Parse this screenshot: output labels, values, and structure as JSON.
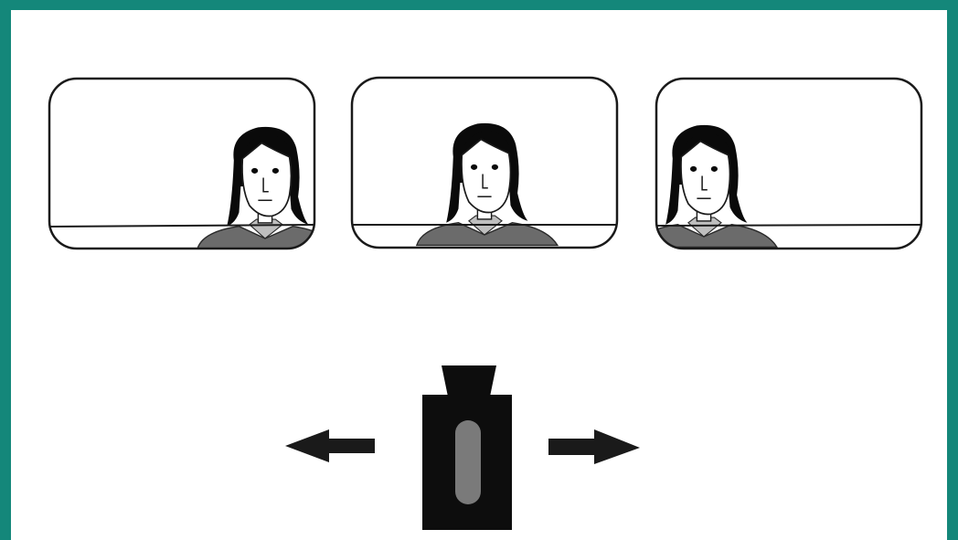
{
  "colors": {
    "border": "#14877a",
    "background": "#ffffff",
    "frame_stroke": "#1a1a1a",
    "hair": "#0a0a0a",
    "skin": "#ffffff",
    "shirt": "#6b6b6b",
    "collar": "#bfbfbf",
    "camera_body": "#0d0d0d",
    "camera_slot": "#7a7a7a",
    "arrow": "#1a1a1a"
  },
  "icons": {
    "frames": [
      "person-framed-right-icon",
      "person-framed-center-icon",
      "person-framed-left-icon"
    ],
    "camera": "camera-icon",
    "arrow_left": "arrow-left-icon",
    "arrow_right": "arrow-right-icon"
  },
  "frames": [
    {
      "id": "frame-left",
      "subject_position": "right"
    },
    {
      "id": "frame-center",
      "subject_position": "center"
    },
    {
      "id": "frame-right",
      "subject_position": "left"
    }
  ],
  "camera": {
    "pan_directions": [
      "left",
      "right"
    ]
  }
}
